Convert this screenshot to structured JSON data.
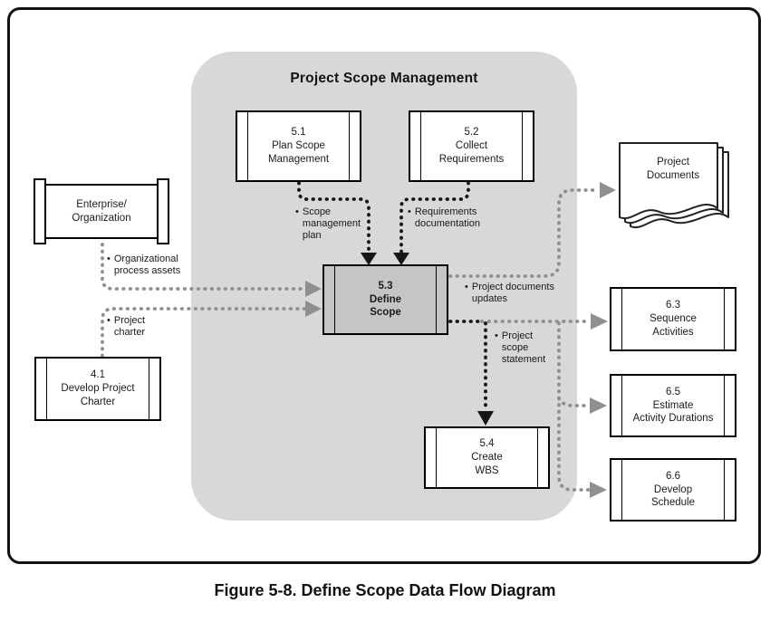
{
  "colors": {
    "panel_gray": "#d8d8d8",
    "define_scope_fill": "#c5c5c5",
    "arrow_gray": "#8f8f8f",
    "line_black": "#161616"
  },
  "panel": {
    "title": "Project Scope Management"
  },
  "caption": "Figure 5-8. Define Scope Data Flow Diagram",
  "boxes": {
    "p51": "5.1\nPlan Scope\nManagement",
    "p52": "5.2\nCollect\nRequirements",
    "p53": "5.3\nDefine\nScope",
    "p54": "5.4\nCreate\nWBS",
    "p41": "4.1\nDevelop Project\nCharter",
    "p63": "6.3\nSequence\nActivities",
    "p65": "6.5\nEstimate\nActivity Durations",
    "p66": "6.6\nDevelop\nSchedule"
  },
  "externals": {
    "enterprise": "Enterprise/\nOrganization",
    "documents": "Project\nDocuments"
  },
  "flow_labels": {
    "bullet": "•",
    "scope_management_plan": "Scope\nmanagement\nplan",
    "requirements_documentation": "Requirements\ndocumentation",
    "organizational_process_assets": "Organizational\nprocess assets",
    "project_charter": "Project\ncharter",
    "project_documents_updates": "Project documents\nupdates",
    "project_scope_statement": "Project\nscope\nstatement"
  }
}
